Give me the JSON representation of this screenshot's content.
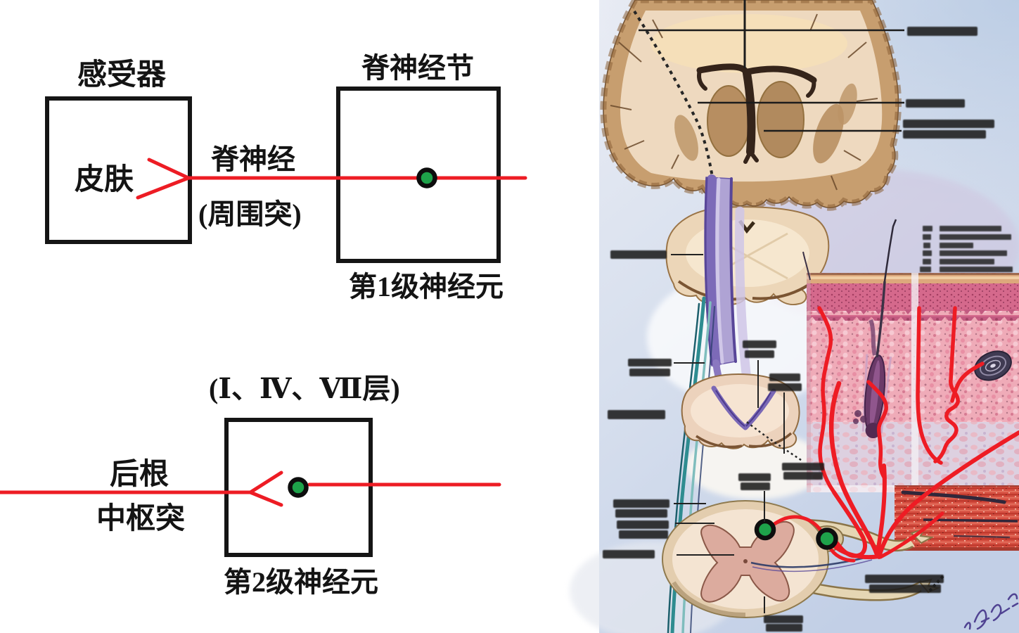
{
  "schematic": {
    "receptor": "感受器",
    "skin": "皮肤",
    "spinal_nerve": "脊神经",
    "peripheral_process": "(周围突)",
    "spinal_ganglion": "脊神经节",
    "first_order_neuron": "第1级神经元",
    "cord_layers": "(Ⅰ、Ⅳ、Ⅶ层)",
    "posterior_root": "后根",
    "central_process": "中枢突",
    "second_order_neuron": "第2级神经元"
  },
  "colors": {
    "nerve_fiber_red": "#ed1c24",
    "neuron_soma_green": "#1ea24a",
    "outline_black": "#151515",
    "tract_purple": "#8a78c0",
    "ascending_fiber_teal": "#2e8c90",
    "illustration_background_blue": "#c7d3e8",
    "brain_tan": "#ecd7bd",
    "skin_dermis_pink": "#efabb8",
    "muscle_red": "#d65042"
  },
  "illustration": {
    "schematic_neuron_markers": 2,
    "illustration_neuron_markers": 2,
    "annotation_text_legible": false
  }
}
